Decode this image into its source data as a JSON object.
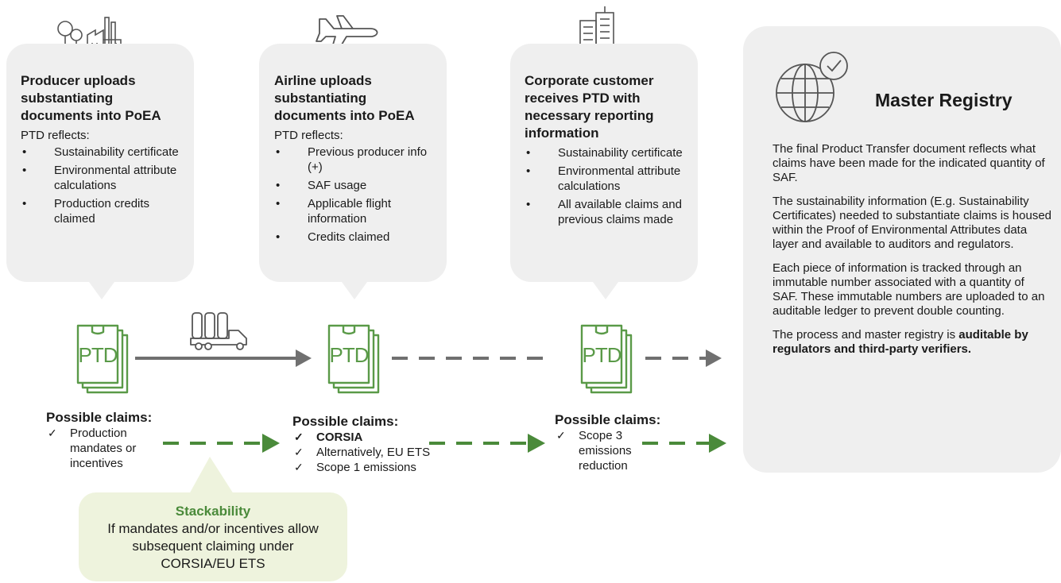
{
  "producer": {
    "title": "Producer uploads substantiating documents into PoEA",
    "subtitle": "PTD reflects:",
    "items": [
      "Sustainability certificate",
      "Environmental attribute calculations",
      "Production credits claimed"
    ]
  },
  "airline": {
    "title": "Airline uploads substantiating documents into PoEA",
    "subtitle": "PTD reflects:",
    "items": [
      "Previous producer info (+)",
      "SAF usage",
      "Applicable flight information",
      "Credits claimed"
    ]
  },
  "corporate": {
    "title": "Corporate customer receives PTD with necessary reporting information",
    "items": [
      "Sustainability certificate",
      "Environmental attribute calculations",
      "All available claims and previous claims made"
    ]
  },
  "ptd_label": "PTD",
  "claims": [
    {
      "title": "Possible claims:",
      "items": [
        "Production mandates or incentives"
      ]
    },
    {
      "title": "Possible claims:",
      "items": [
        "CORSIA",
        "Alternatively, EU ETS",
        "Scope 1 emissions"
      ]
    },
    {
      "title": "Possible claims:",
      "items": [
        "Scope 3 emissions reduction"
      ]
    }
  ],
  "stackability": {
    "title": "Stackability",
    "text": "If mandates and/or incentives allow subsequent claiming under CORSIA/EU ETS"
  },
  "registry": {
    "title": "Master Registry",
    "p1": "The final Product Transfer document reflects what claims have been made for the indicated quantity of SAF.",
    "p2": "The sustainability information (E.g. Sustainability Certificates) needed to substantiate claims is housed within the Proof of Environmental Attributes data layer and available to auditors and regulators.",
    "p3": "Each piece of information is tracked through an immutable number associated with a quantity of SAF. These immutable numbers are uploaded to an auditable ledger to prevent double counting.",
    "p4_normal": "The process and master registry is ",
    "p4_bold": "auditable by regulators and third-party verifiers."
  },
  "colors": {
    "green": "#4a8a3a",
    "ptd_green": "#5a9a48",
    "bubble": "#efefef",
    "stack_bg": "#eef3dd",
    "arrow_gray": "#707070",
    "icon_gray": "#555555"
  },
  "icons": [
    "factory-trees-icon",
    "airplane-icon",
    "office-building-icon",
    "globe-check-icon",
    "tanker-truck-icon",
    "ptd-document-icon"
  ]
}
